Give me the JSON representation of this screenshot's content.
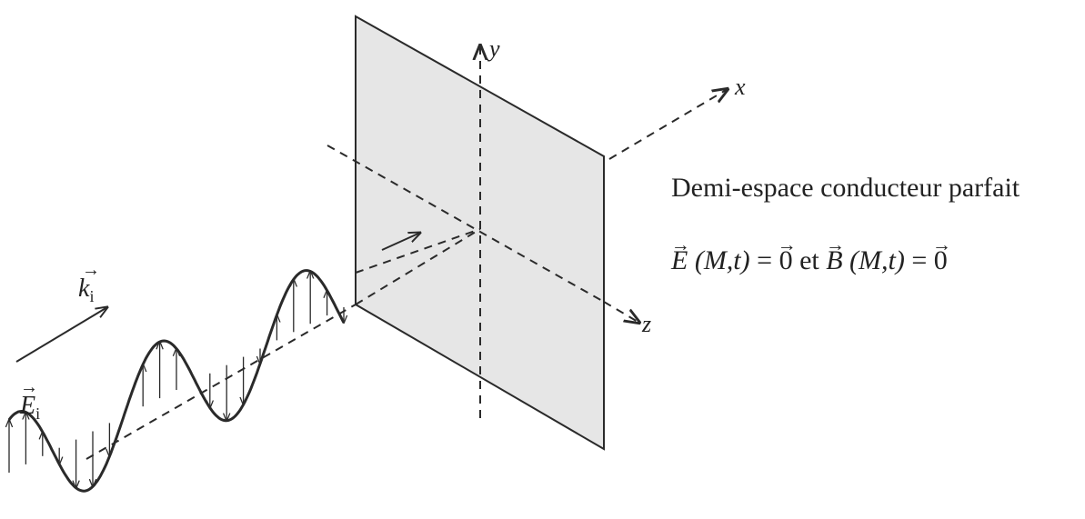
{
  "axes": {
    "x": "x",
    "y": "y",
    "z": "z"
  },
  "wave_vector": {
    "symbol": "k",
    "subscript": "i"
  },
  "electric_field": {
    "symbol": "E",
    "subscript": "i"
  },
  "caption": "Demi-espace conducteur parfait",
  "equation": {
    "E": "E",
    "args_E": "(M,t)",
    "eq1": " = ",
    "zero1": "0",
    "conj": " et ",
    "B": "B",
    "args_B": "(M,t)",
    "eq2": " = ",
    "zero2": "0"
  },
  "colors": {
    "plane_fill": "#e6e6e6",
    "line": "#2a2a2a"
  }
}
